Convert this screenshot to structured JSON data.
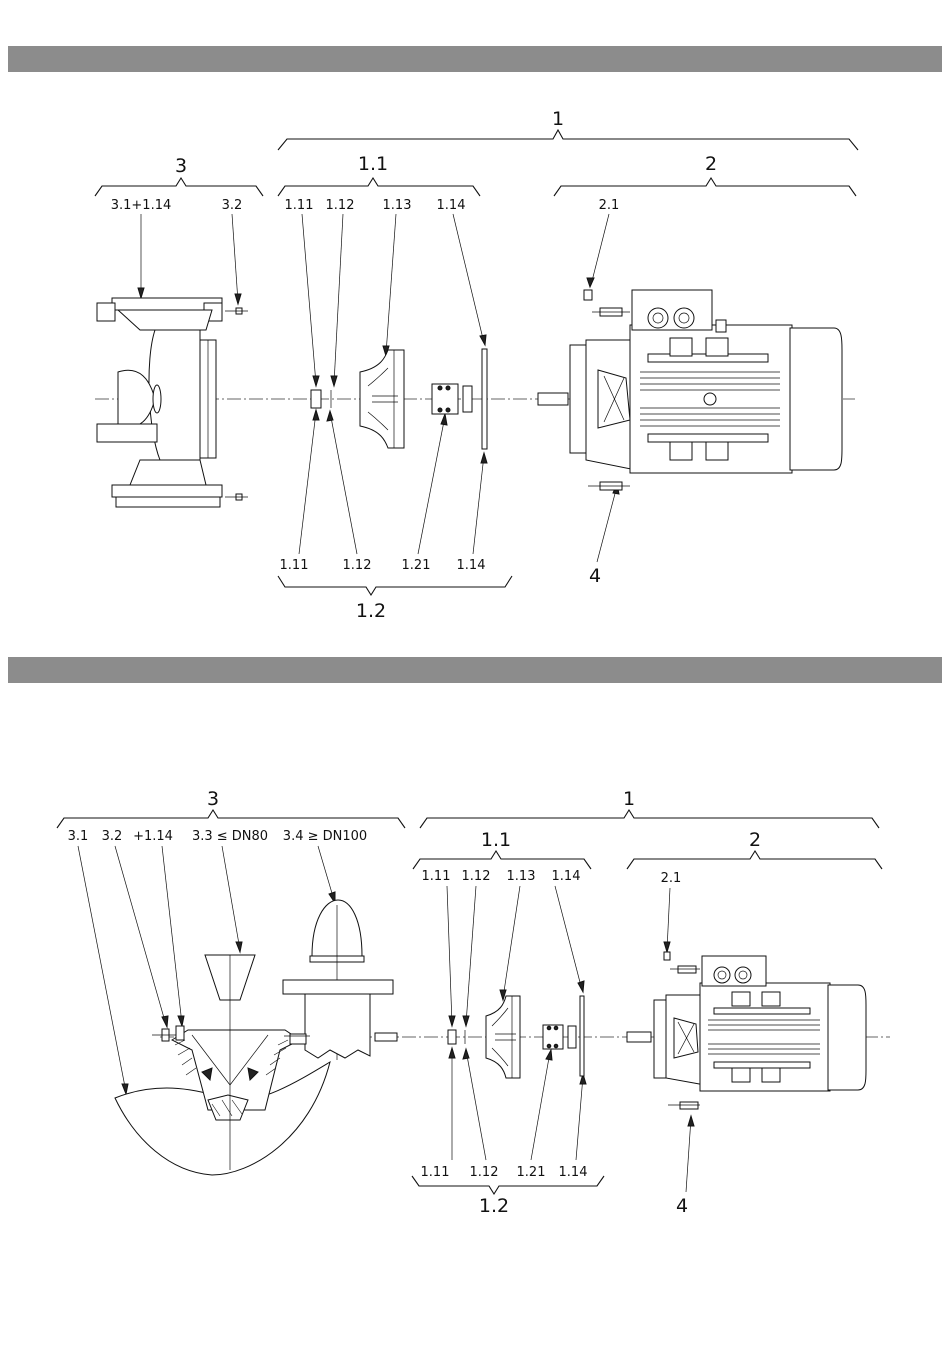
{
  "diagram_top": {
    "group_labels": {
      "g1": "1",
      "g11": "1.1",
      "g2": "2",
      "g3": "3",
      "g12": "1.2",
      "g4": "4"
    },
    "part_labels": {
      "p31_114": "3.1+1.14",
      "p32": "3.2",
      "p111_a": "1.11",
      "p112_a": "1.12",
      "p113": "1.13",
      "p114_a": "1.14",
      "p21": "2.1",
      "p111_b": "1.11",
      "p112_b": "1.12",
      "p121": "1.21",
      "p114_b": "1.14"
    }
  },
  "diagram_bottom": {
    "group_labels": {
      "g3": "3",
      "g1": "1",
      "g11": "1.1",
      "g2": "2",
      "g12": "1.2",
      "g4": "4"
    },
    "part_labels": {
      "p31": "3.1",
      "p32": "3.2",
      "p114_plus": "+1.14",
      "p33": "3.3 ≤ DN80",
      "p34": "3.4 ≥ DN100",
      "p111_a": "1.11",
      "p112_a": "1.12",
      "p113": "1.13",
      "p114_a": "1.14",
      "p21": "2.1",
      "p111_b": "1.11",
      "p112_b": "1.12",
      "p121": "1.21",
      "p114_b": "1.14"
    }
  }
}
